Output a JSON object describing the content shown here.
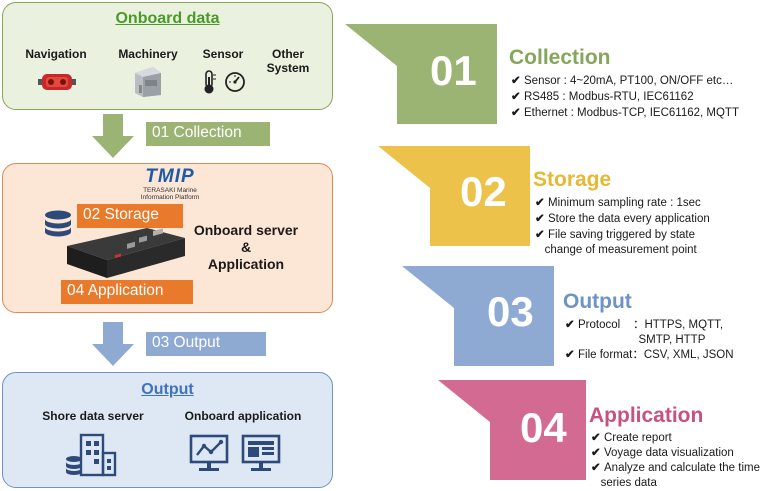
{
  "onboard": {
    "title": "Onboard data",
    "sources": [
      "Navigation",
      "Machinery",
      "Sensor",
      "Other\nSystem"
    ]
  },
  "flow": {
    "collection_label": "01 Collection",
    "output_label": "03 Output"
  },
  "server_box": {
    "logo_text": "TMIP",
    "logo_sub1": "TERASAKI  Marine",
    "logo_sub2": "Information Platform",
    "storage_tag": "02 Storage",
    "application_tag": "04 Application",
    "server_line1": "Onboard server",
    "server_line2": "&",
    "server_line3": "Application"
  },
  "output_box": {
    "title": "Output",
    "shore_label": "Shore data server",
    "onboard_app_label": "Onboard application"
  },
  "steps": [
    {
      "number": "01",
      "title": "Collection",
      "color": "#9bb474",
      "title_color": "#86a65a",
      "bullets": [
        "Sensor    : 4~20mA, PT100, ON/OFF etc…",
        "RS485      : Modbus-RTU, IEC61162",
        "Ethernet : Modbus-TCP, IEC61162, MQTT"
      ]
    },
    {
      "number": "02",
      "title": "Storage",
      "color": "#ecc24a",
      "title_color": "#e6b833",
      "bullets": [
        "Minimum sampling rate : 1sec",
        "Store the data every application",
        "File saving triggered by state\n   change of measurement point"
      ]
    },
    {
      "number": "03",
      "title": "Output",
      "color": "#8eaad3",
      "title_color": "#6f93c4",
      "bullets": [
        "Protocol    ：HTTPS, MQTT,\n                       SMTP, HTTP",
        "File format：CSV, XML, JSON"
      ]
    },
    {
      "number": "04",
      "title": "Application",
      "color": "#d26a92",
      "title_color": "#c9517f",
      "bullets": [
        "Create report",
        "Voyage data visualization",
        "Analyze and calculate the time\n   series data"
      ]
    }
  ],
  "icons": [
    "nav-device-icon",
    "machinery-icon",
    "thermometer-icon",
    "gauge-icon",
    "database-icon",
    "server-device-icon",
    "building-icon",
    "line-chart-monitor-icon",
    "dashboard-monitor-icon"
  ]
}
